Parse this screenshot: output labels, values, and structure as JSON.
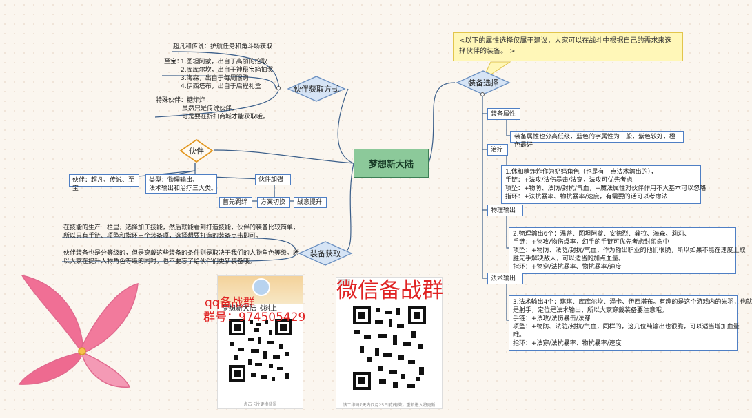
{
  "center": {
    "label": "梦想新大陆"
  },
  "note": {
    "text": "<以下的属性选择仅属于建议，大家可以在战斗中根据自己的需求来选择伙伴的装备。 >"
  },
  "acquire": {
    "label": "伙伴获取方式",
    "line1": "超凡和传说：护航任务和角斗场获取",
    "treasure_title": "至宝：",
    "treasure": [
      "1.图坦阿蒙，出自于高丽的挖取",
      "2.库库尔坎，出自于神秘宝箱抽奖",
      "3.海森，出自于每周限购",
      "4.伊西塔布，出自于启程礼盒"
    ],
    "special_title": "特殊伙伴：糖炸炸",
    "special": [
      "虽然只是传说伙伴，",
      "可是要在折扣商城才能获取哦。"
    ]
  },
  "partner": {
    "label": "伙伴",
    "grades": "伙伴：超凡、传说、至宝",
    "types": [
      "类型：物理输出、",
      "法术输出和治疗三大类。"
    ],
    "enhance": "伙伴加强",
    "sub": [
      "首先羁绊",
      "方案切换",
      "战意提升"
    ]
  },
  "equip_get": {
    "label": "装备获取",
    "p1": [
      "在技能的生产一栏里，选择加工技能，然后就能看到打造技能，伙伴的装备比较简单，",
      "所以只有手链、项坠和指环三个装备项，选择想要打造的装备点击即可。"
    ],
    "p2": [
      "伙伴装备也是分等级的，但是穿戴这些装备的条件则是取决于我们的人物角色等级。所",
      "以大家在提升人物角色等级的同时，也不要忘了给伙伴们更新装备哦。"
    ]
  },
  "equip_choice": {
    "label": "装备选择",
    "attr_title": "装备属性",
    "attr_text": "装备属性也分高低级，蓝色的字属性为一般，紫色较好，橙色最好",
    "heal_title": "治疗",
    "heal": [
      "1.休和糖炸炸作为奶妈角色（也是有一点法术输出的），",
      "手链：+法攻/法伤暴击/法穿，法攻可优先考虑",
      "项坠：+物防、法防/封抗/气血，+魔法属性对伙伴作用不大基本可以忽略",
      "指环：+法抗暴率、物抗暴率/速度，有需要的话可以考虑法"
    ],
    "phys_title": "物理输出",
    "phys": [
      "2.物理输出6个：温蒂、图坦阿蒙、安德烈、龚拉、海森、莉莉、",
      "手链：+物攻/物伤爆率，幻手的手链可优先考虑封印命中",
      "项坠：+物防、法防/封抗/气血，作为输出职业的他们很脆，所以如果不能在速度上取",
      "胜先手解决敌人，可以适当的加点血量。",
      "指环：+物穿/法抗暴率、物抗暴率/速度"
    ],
    "mag_title": "法术输出",
    "mag": [
      "3.法术输出4个：琪琪、库库尔坎、泽卡、伊西塔布。有趣的是这个游戏内的光羽，也就",
      "是射手，定位是法术输出，所以大家穿戴装备要注意哦。",
      "手链：+法攻/法伤暴击/法穿",
      "项坠：+物防、法防/封抗/气血，同样的，这几位纯输出也很脆，可以适当增加血量",
      "哦。",
      "指环：+法穿/法抗暴率、物抗暴率/速度"
    ]
  },
  "qq": {
    "title1": "qq备战群",
    "title2": "群号：974505429",
    "card_name": "梦想新大陆《树上",
    "card_foot": "点击卡片更换背景"
  },
  "wechat": {
    "title": "微信备战群",
    "card_foot": "该二维码7天内(7月25日前)有效，重新进入将更新"
  },
  "colors": {
    "link": "#3c5f8a",
    "diamond_fill": "#d6e4f5",
    "diamond_stroke": "#6a8fc0",
    "partner_stroke": "#e39a27",
    "center_fill": "#8cc99a",
    "note_fill": "#fff7b8",
    "red": "#e02323"
  }
}
